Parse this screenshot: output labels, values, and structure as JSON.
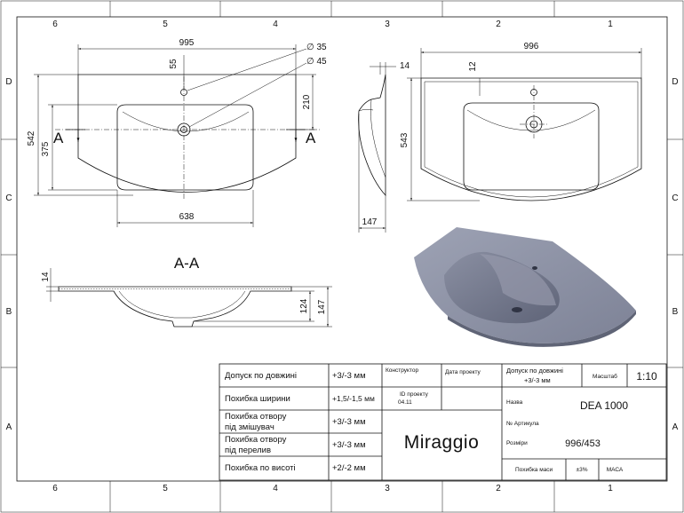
{
  "zones": {
    "columns": [
      "6",
      "5",
      "4",
      "3",
      "2",
      "1"
    ],
    "rows": [
      "D",
      "C",
      "B",
      "A"
    ]
  },
  "dimensions": {
    "top_width": "995",
    "hole_diam_1": "∅ 35",
    "hole_diam_2": "∅ 45",
    "hole_offset": "55",
    "depth_to_hole": "210",
    "total_depth": "542",
    "bowl_depth": "375",
    "bowl_width": "638",
    "side_top": "14",
    "side_bottom": "147",
    "right_width": "996",
    "right_hole": "12",
    "right_depth": "543",
    "sec_thickness": "14",
    "sec_124": "124",
    "sec_147": "147"
  },
  "section": {
    "title": "A-A",
    "marker": "A"
  },
  "table": {
    "rows": [
      {
        "label": "Допуск по довжині",
        "value": "+3/-3 мм"
      },
      {
        "label": "Похибка ширини",
        "value": "+1,5/-1,5 мм"
      },
      {
        "label": "Похибка отвору під змішувач",
        "value": "+3/-3 мм"
      },
      {
        "label": "Похибка отвору під перелив",
        "value": "+3/-3 мм"
      },
      {
        "label": "Похибка по висоті",
        "value": "+2/-2 мм"
      }
    ],
    "label_lines": [
      [
        "Допуск по довжині"
      ],
      [
        "Похибка ширини"
      ],
      [
        "Похибка отвору",
        "під змішувач"
      ],
      [
        "Похибка отвору",
        "під перелив"
      ],
      [
        "Похибка по висоті"
      ]
    ],
    "constructor": "Конструктор",
    "project_date": "Дата проекту",
    "project_id": "ID проекту",
    "project_id_value": "04.11",
    "brand": "Miraggio",
    "length_tol_label": "Допуск по довжині",
    "length_tol_value": "+3/-3 мм",
    "scale_label": "Масштаб",
    "scale_value": "1:10",
    "name_label": "Назва",
    "name_value": "DEA 1000",
    "article_label": "№ Артикула",
    "size_label": "Розміри",
    "size_value": "996/453",
    "mass_tol_label": "Похибка маси",
    "mass_tol_value": "±3%",
    "mass_label": "МАСА"
  },
  "colors": {
    "line": "#111111",
    "basin_top": "#8f95a8",
    "basin_bowl": "#6f7488"
  }
}
